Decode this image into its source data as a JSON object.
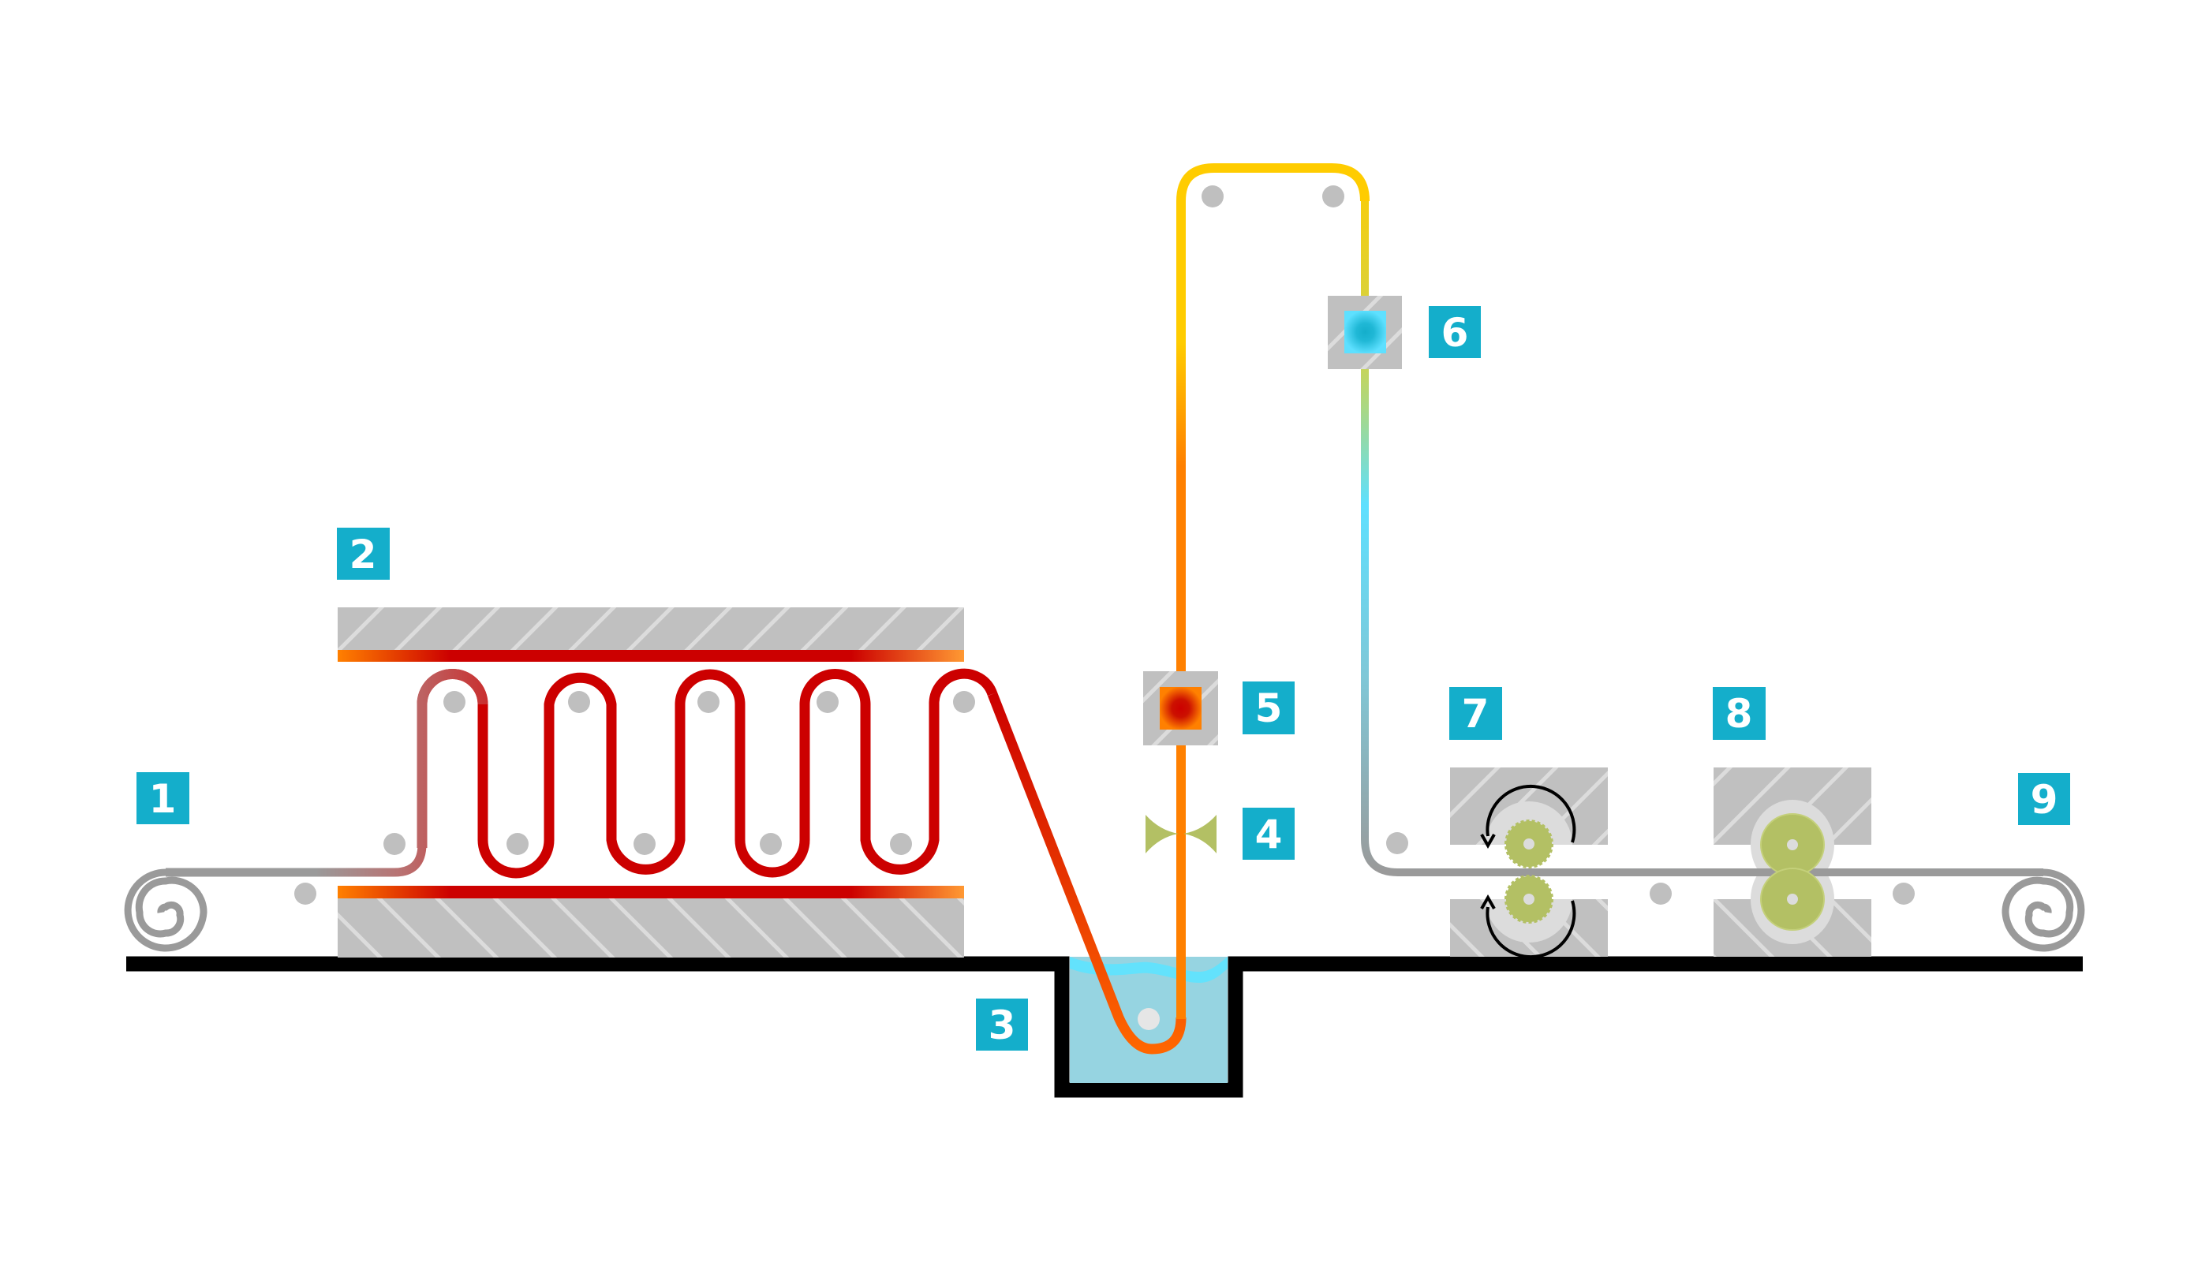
{
  "diagram": {
    "type": "process-flow",
    "steps": [
      {
        "number": "1",
        "label": "1"
      },
      {
        "number": "2",
        "label": "2"
      },
      {
        "number": "3",
        "label": "3"
      },
      {
        "number": "4",
        "label": "4"
      },
      {
        "number": "5",
        "label": "5"
      },
      {
        "number": "6",
        "label": "6"
      },
      {
        "number": "7",
        "label": "7"
      },
      {
        "number": "8",
        "label": "8"
      },
      {
        "number": "9",
        "label": "9"
      }
    ]
  },
  "colors": {
    "label_bg": "#14aecb",
    "label_text": "#ffffff",
    "plate_gray": "#c0c0c0",
    "hatch": "#dcdcdc",
    "roller_gray": "#bfbfbf",
    "web_gray": "#9a9a9a",
    "hot_red": "#cc0000",
    "hot_orange": "#ff8000",
    "yellow": "#ffcc00",
    "cool_green": "#a6d88a",
    "cool_cyan": "#5ee0ff",
    "water": "#96d4e1",
    "water_surface": "#63e2fc",
    "roller_green": "#b3c064",
    "ground": "#000000"
  }
}
